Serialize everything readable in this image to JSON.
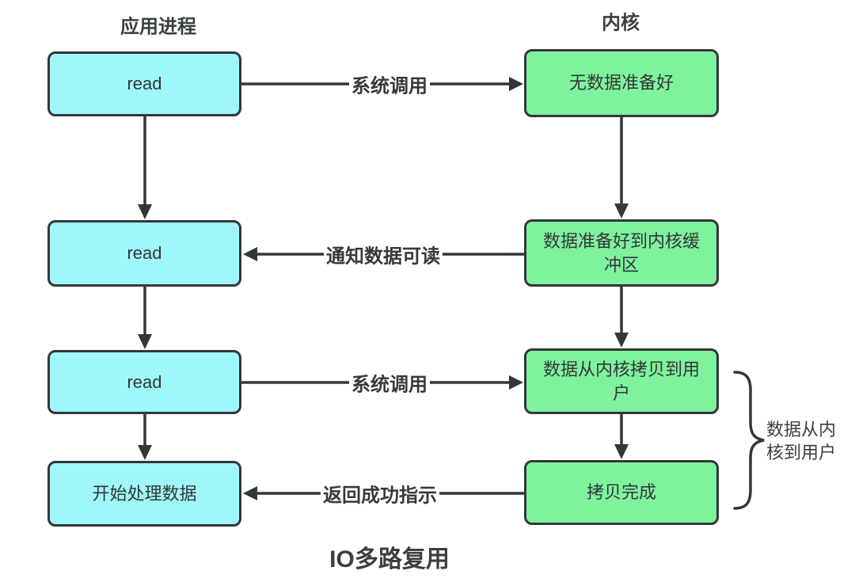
{
  "diagram": {
    "title": "IO多路复用",
    "columns": {
      "left_header": "应用进程",
      "right_header": "内核"
    },
    "left_nodes": [
      {
        "label": "read"
      },
      {
        "label": "read"
      },
      {
        "label": "read"
      },
      {
        "label": "开始处理数据"
      }
    ],
    "right_nodes": [
      {
        "label": "无数据准备好"
      },
      {
        "label": "数据准备好到内核缓冲区"
      },
      {
        "label": "数据从内核拷贝到用户"
      },
      {
        "label": "拷贝完成"
      }
    ],
    "edges": [
      {
        "label": "系统调用",
        "direction": "left-to-right"
      },
      {
        "label": "通知数据可读",
        "direction": "right-to-left"
      },
      {
        "label": "系统调用",
        "direction": "left-to-right"
      },
      {
        "label": "返回成功指示",
        "direction": "right-to-left"
      }
    ],
    "brace": {
      "label": "数据从内核到用户"
    },
    "colors": {
      "process_box": "#9ff7f9",
      "kernel_box": "#7ff29e",
      "stroke": "#33373a",
      "text": "#333638"
    }
  }
}
